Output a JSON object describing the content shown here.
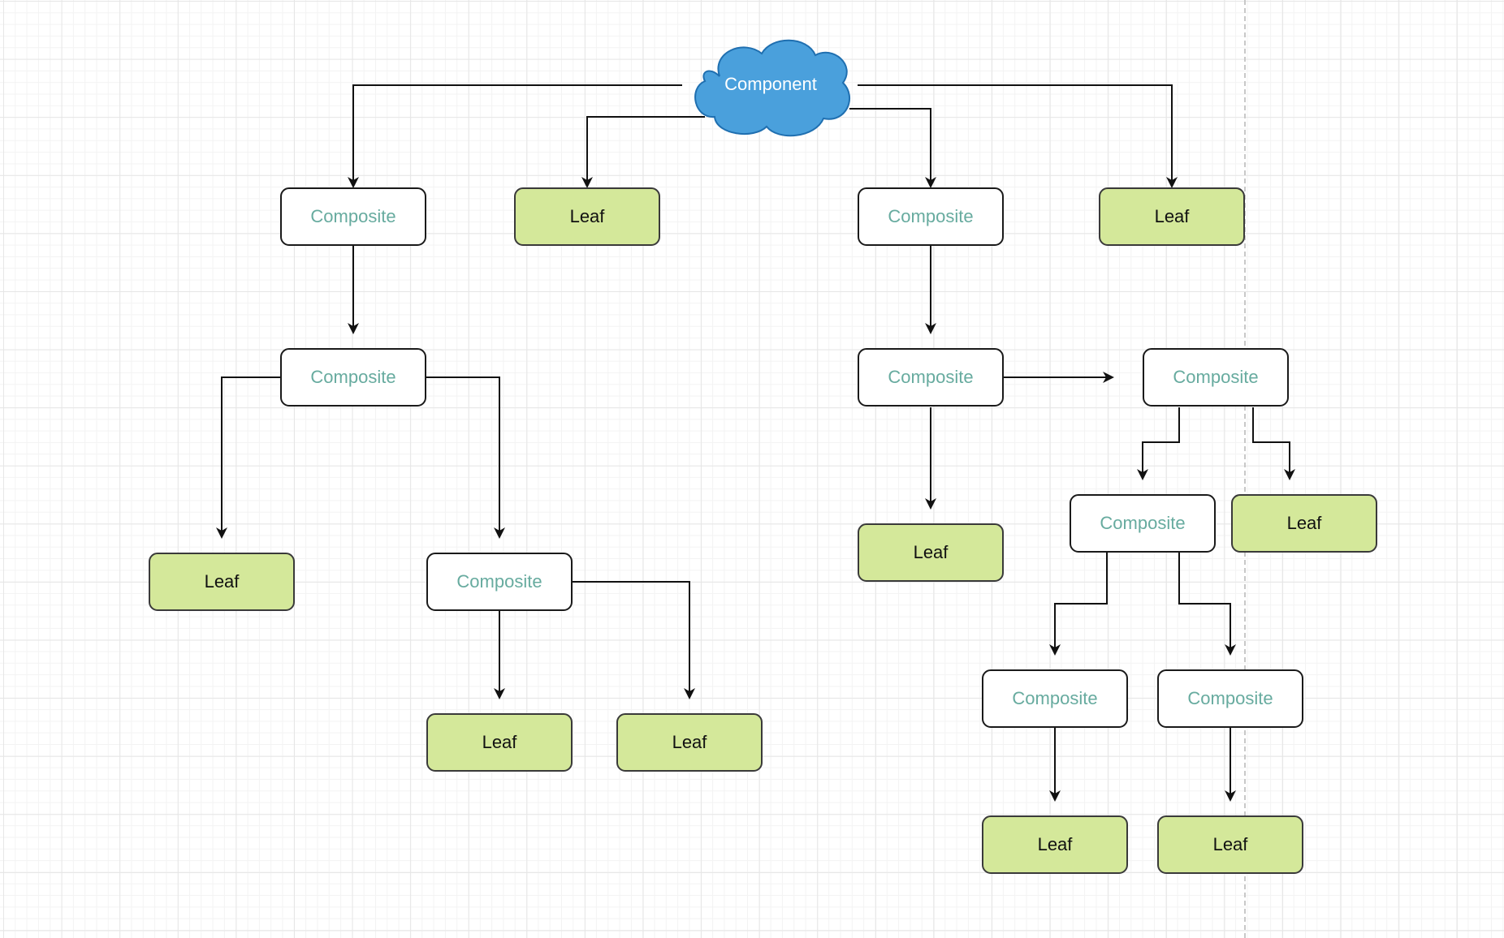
{
  "diagram": {
    "root": {
      "label": "Component",
      "fill": "#4aa0dc",
      "stroke": "#1f6fb0"
    },
    "composite_label": "Composite",
    "leaf_label": "Leaf",
    "colors": {
      "composite_text": "#67ab9f",
      "leaf_fill": "#d4e89a",
      "stroke": "#1a1a1a"
    }
  }
}
